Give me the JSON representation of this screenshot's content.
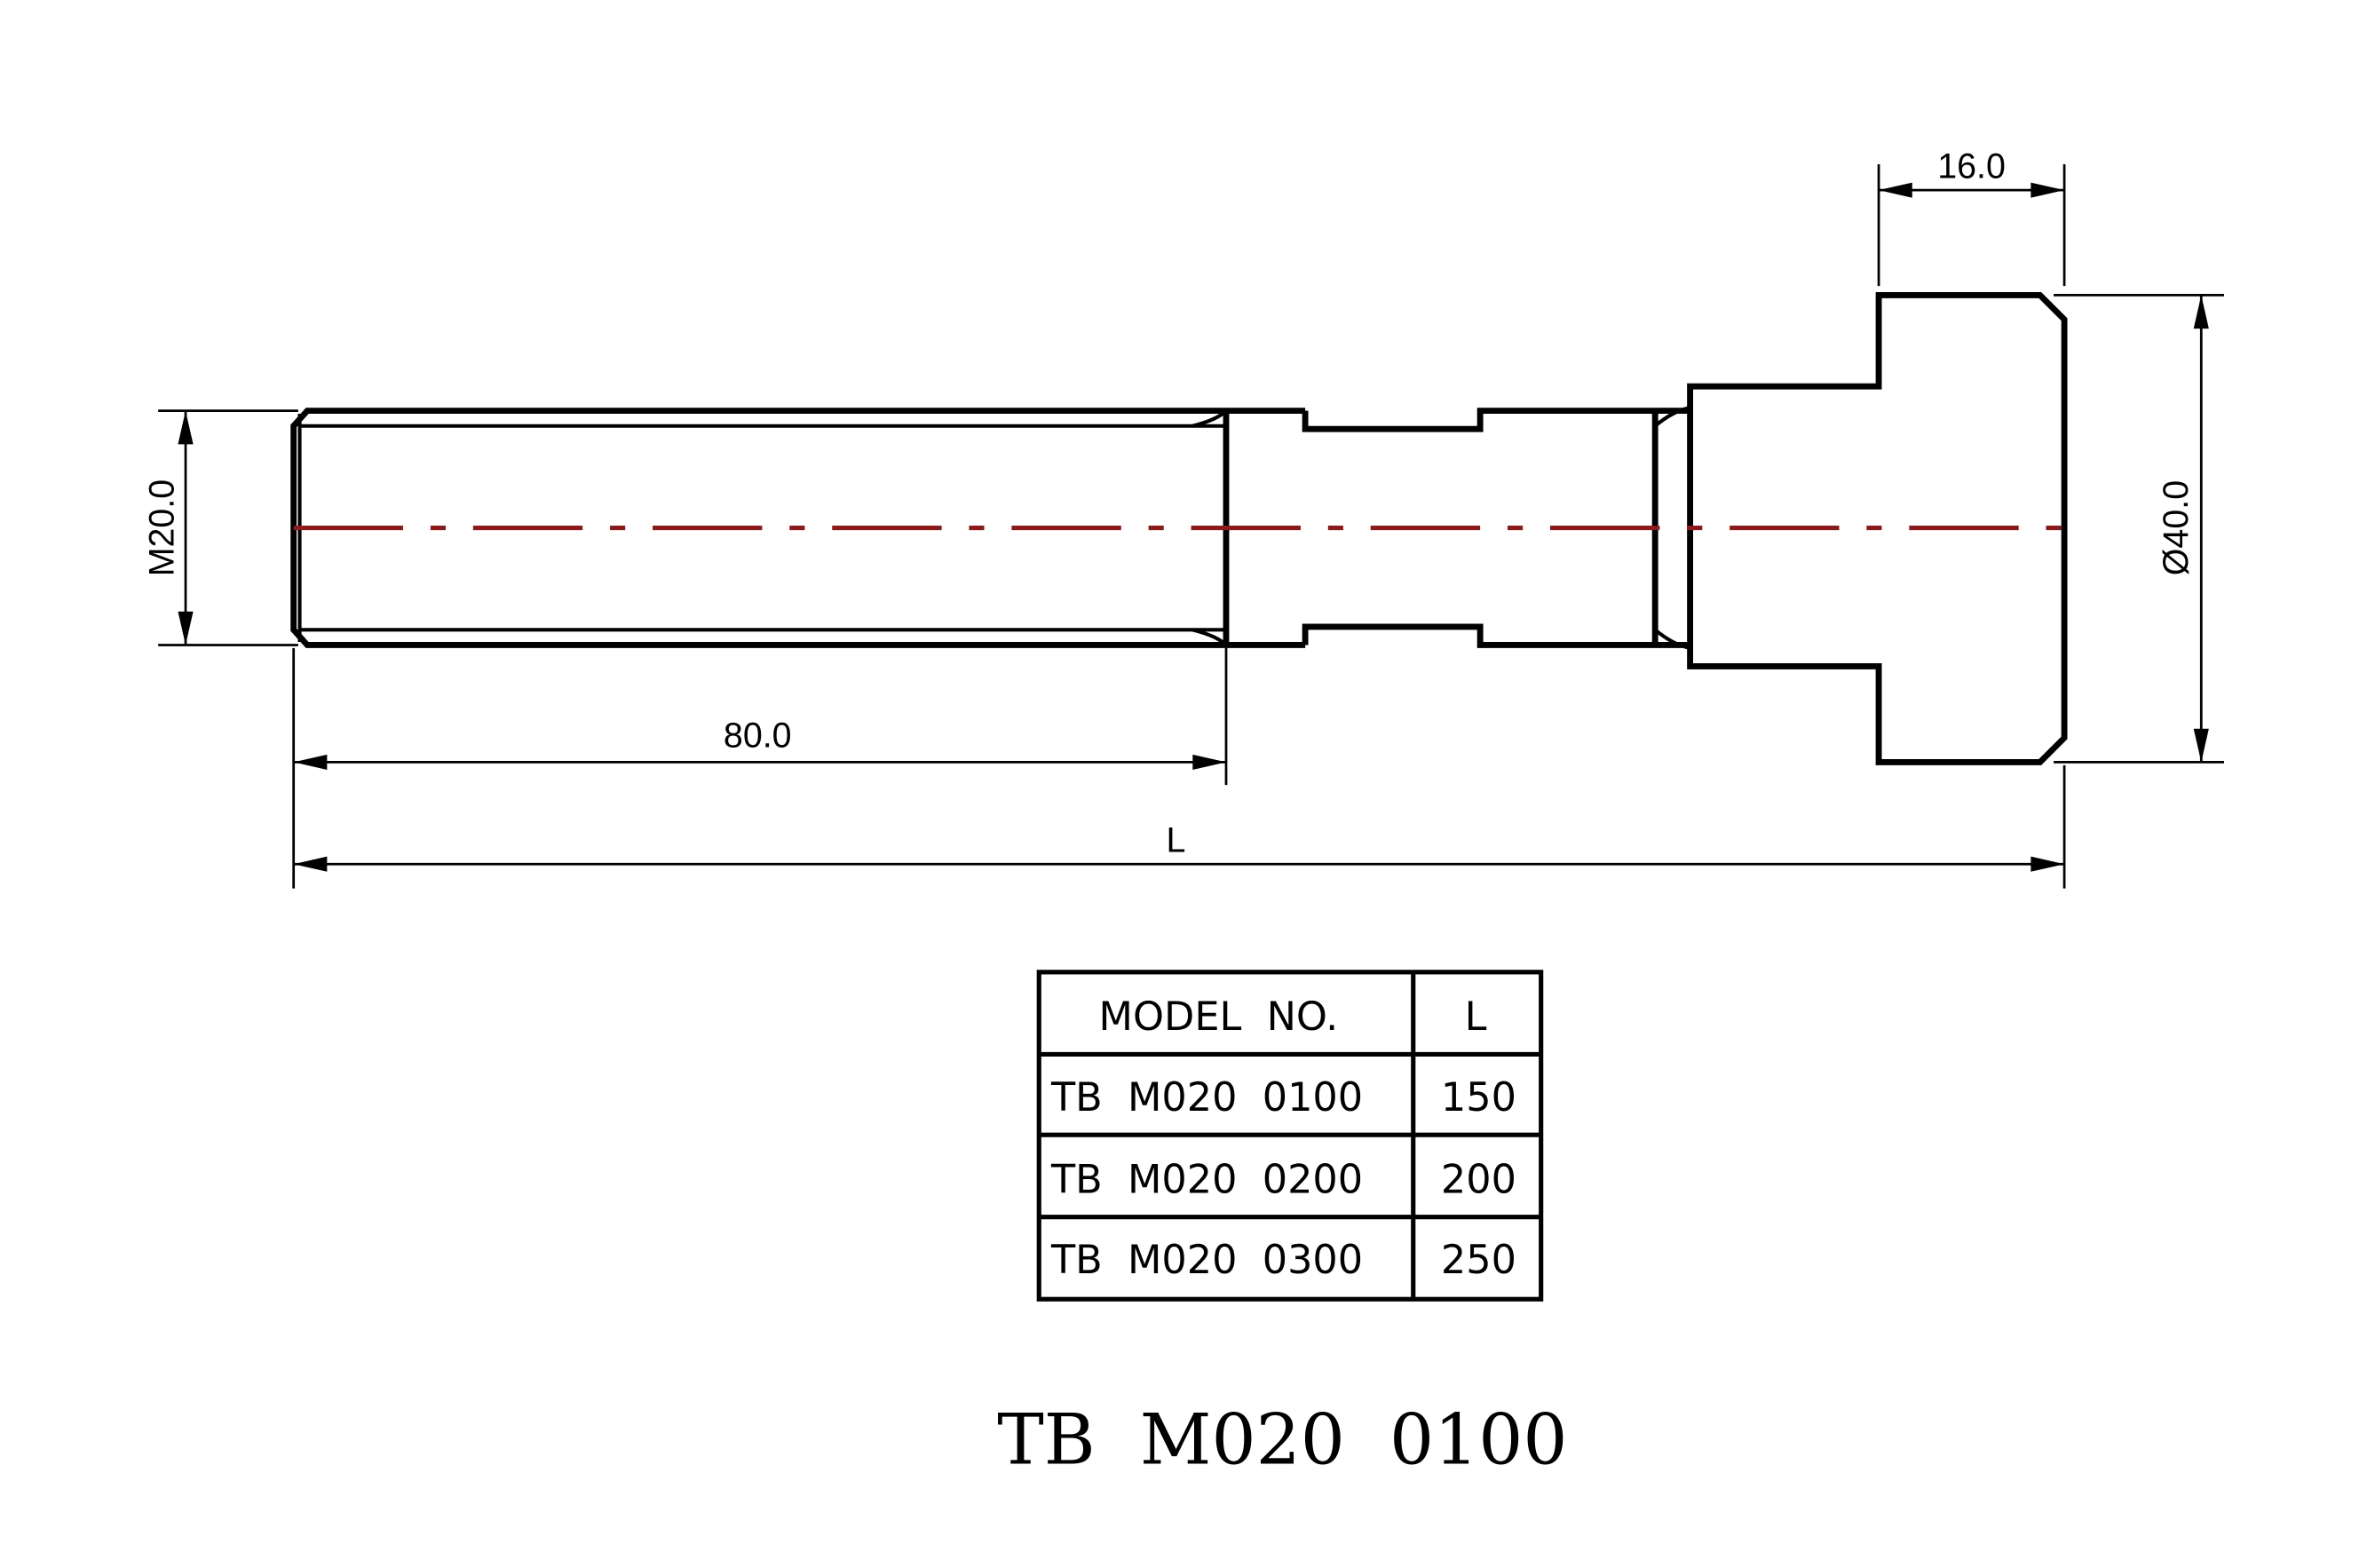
{
  "dimensions": {
    "top_width": "16.0",
    "thread": "M20.0",
    "head_diameter": "Ø40.0",
    "thread_length": "80.0",
    "overall_length": "L"
  },
  "table": {
    "headers": [
      "MODEL  NO.",
      "L"
    ],
    "rows": [
      {
        "model": "TB  M020  0100",
        "length": "150"
      },
      {
        "model": "TB  M020  0200",
        "length": "200"
      },
      {
        "model": "TB  M020  0300",
        "length": "250"
      }
    ]
  },
  "title": "TB  M020  0100",
  "colors": {
    "centerline": "#8b1a1a",
    "lines": "#000000"
  }
}
